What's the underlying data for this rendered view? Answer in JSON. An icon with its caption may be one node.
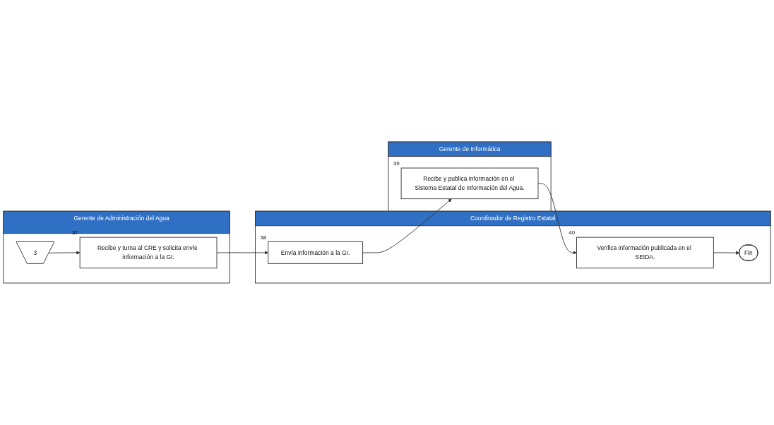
{
  "diagram": {
    "nodes": [
      {
        "text": [
          "Gerente de Administración del Agua"
        ]
      },
      {
        "text": [
          "3"
        ],
        "in": 0
      },
      {
        "text": [
          "Recibe y turna al CRE y solicita envíe información a la GI."
        ],
        "beside": [
          "37"
        ],
        "in": 0
      },
      {
        "text": [
          "Coordinador de Registro Estatal"
        ]
      },
      {
        "text": [
          "Envía información a la GI."
        ],
        "beside": [
          "38"
        ],
        "in": 3
      },
      {
        "text": [
          "Verifica información publicada en el SEIDA."
        ],
        "beside": [
          "40"
        ],
        "in": 3
      },
      {
        "text": [
          "Fin"
        ],
        "in": 3
      },
      {
        "text": [
          "Gerente de Informática"
        ]
      },
      {
        "text": [
          "Recibe y publica información en el Sistema Estatal de Información del Agua."
        ],
        "beside": [
          "39"
        ],
        "in": 7
      }
    ],
    "edges": [
      {
        "from": 1,
        "to": 2,
        "arrow": "to"
      },
      {
        "from": 2,
        "to": 4,
        "arrow": "to"
      },
      {
        "from": 4,
        "to": 8,
        "arrow": "to"
      },
      {
        "from": 8,
        "to": 5,
        "arrow": "to"
      },
      {
        "from": 5,
        "to": 6,
        "arrow": "to"
      }
    ]
  }
}
